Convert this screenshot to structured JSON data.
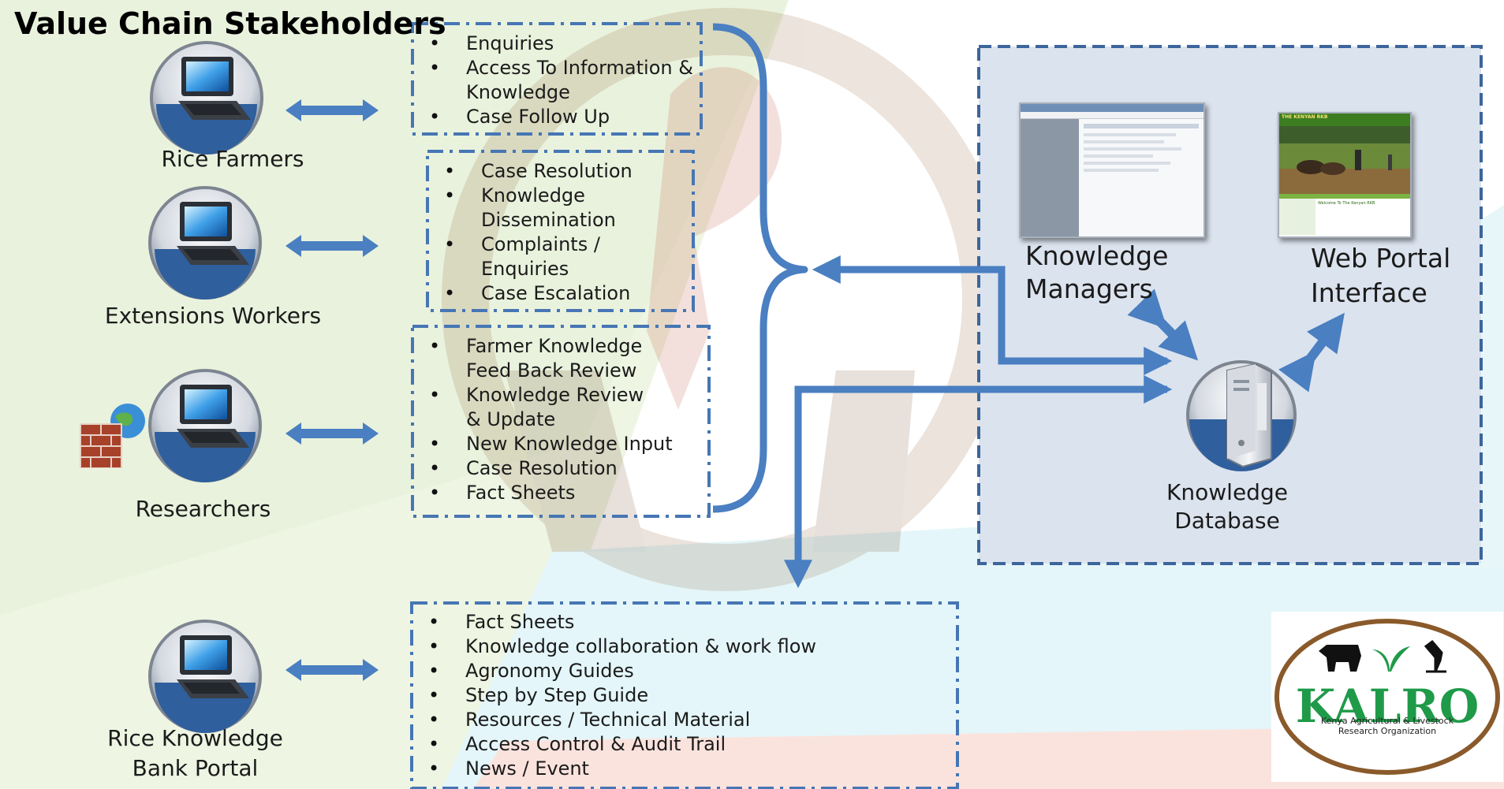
{
  "title": "Value Chain Stakeholders",
  "stakeholders": [
    {
      "label": "Rice Farmers"
    },
    {
      "label": "Extensions Workers"
    },
    {
      "label": "Researchers"
    },
    {
      "label_line1": "Rice Knowledge",
      "label_line2": "Bank Portal"
    }
  ],
  "functions": {
    "farmers": [
      "Enquiries",
      "Access To Information & Knowledge",
      "Case Follow Up"
    ],
    "extension": [
      "Case Resolution",
      "Knowledge Dissemination",
      "Complaints / Enquiries",
      "Case Escalation"
    ],
    "researchers": [
      "Farmer Knowledge Feed Back Review",
      "Knowledge Review & Update",
      "New Knowledge Input",
      "Case Resolution",
      "Fact Sheets"
    ],
    "portal": [
      "Fact Sheets",
      "Knowledge collaboration & work flow",
      "Agronomy Guides",
      "Step by Step Guide",
      "Resources / Technical Material",
      "Access Control & Audit Trail",
      "News / Event"
    ]
  },
  "system": {
    "knowledge_managers_line1": "Knowledge",
    "knowledge_managers_line2": "Managers",
    "web_portal_line1": "Web Portal",
    "web_portal_line2": "Interface",
    "database_line1": "Knowledge",
    "database_line2": "Database",
    "web_portal_header": "THE KENYAN RKB",
    "web_portal_welcome": "Welcome To The Kenyan RKB"
  },
  "logo": {
    "name": "KALRO",
    "tagline_line1": "Kenya Agricultural & Livestock",
    "tagline_line2": "Research Organization"
  },
  "colors": {
    "arrow": "#4a7fc1",
    "dashed_border": "#4676b4",
    "system_panel": "#dbe3ee",
    "kalro_green": "#1f9a48",
    "kalro_brown": "#8a5a2b"
  },
  "icons": [
    "laptop-icon",
    "firewall-globe-icon",
    "server-icon",
    "double-arrow-icon"
  ]
}
